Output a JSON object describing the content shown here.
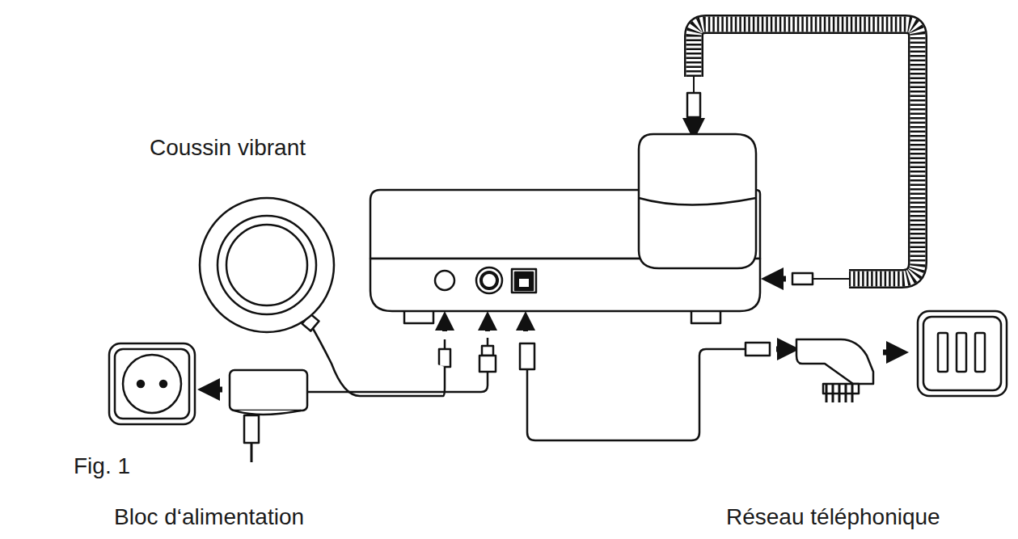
{
  "diagram": {
    "labels": [
      "Coussin vibrant",
      "Fig. 1",
      "Bloc d‘alimentation",
      "Réseau téléphonique"
    ]
  }
}
